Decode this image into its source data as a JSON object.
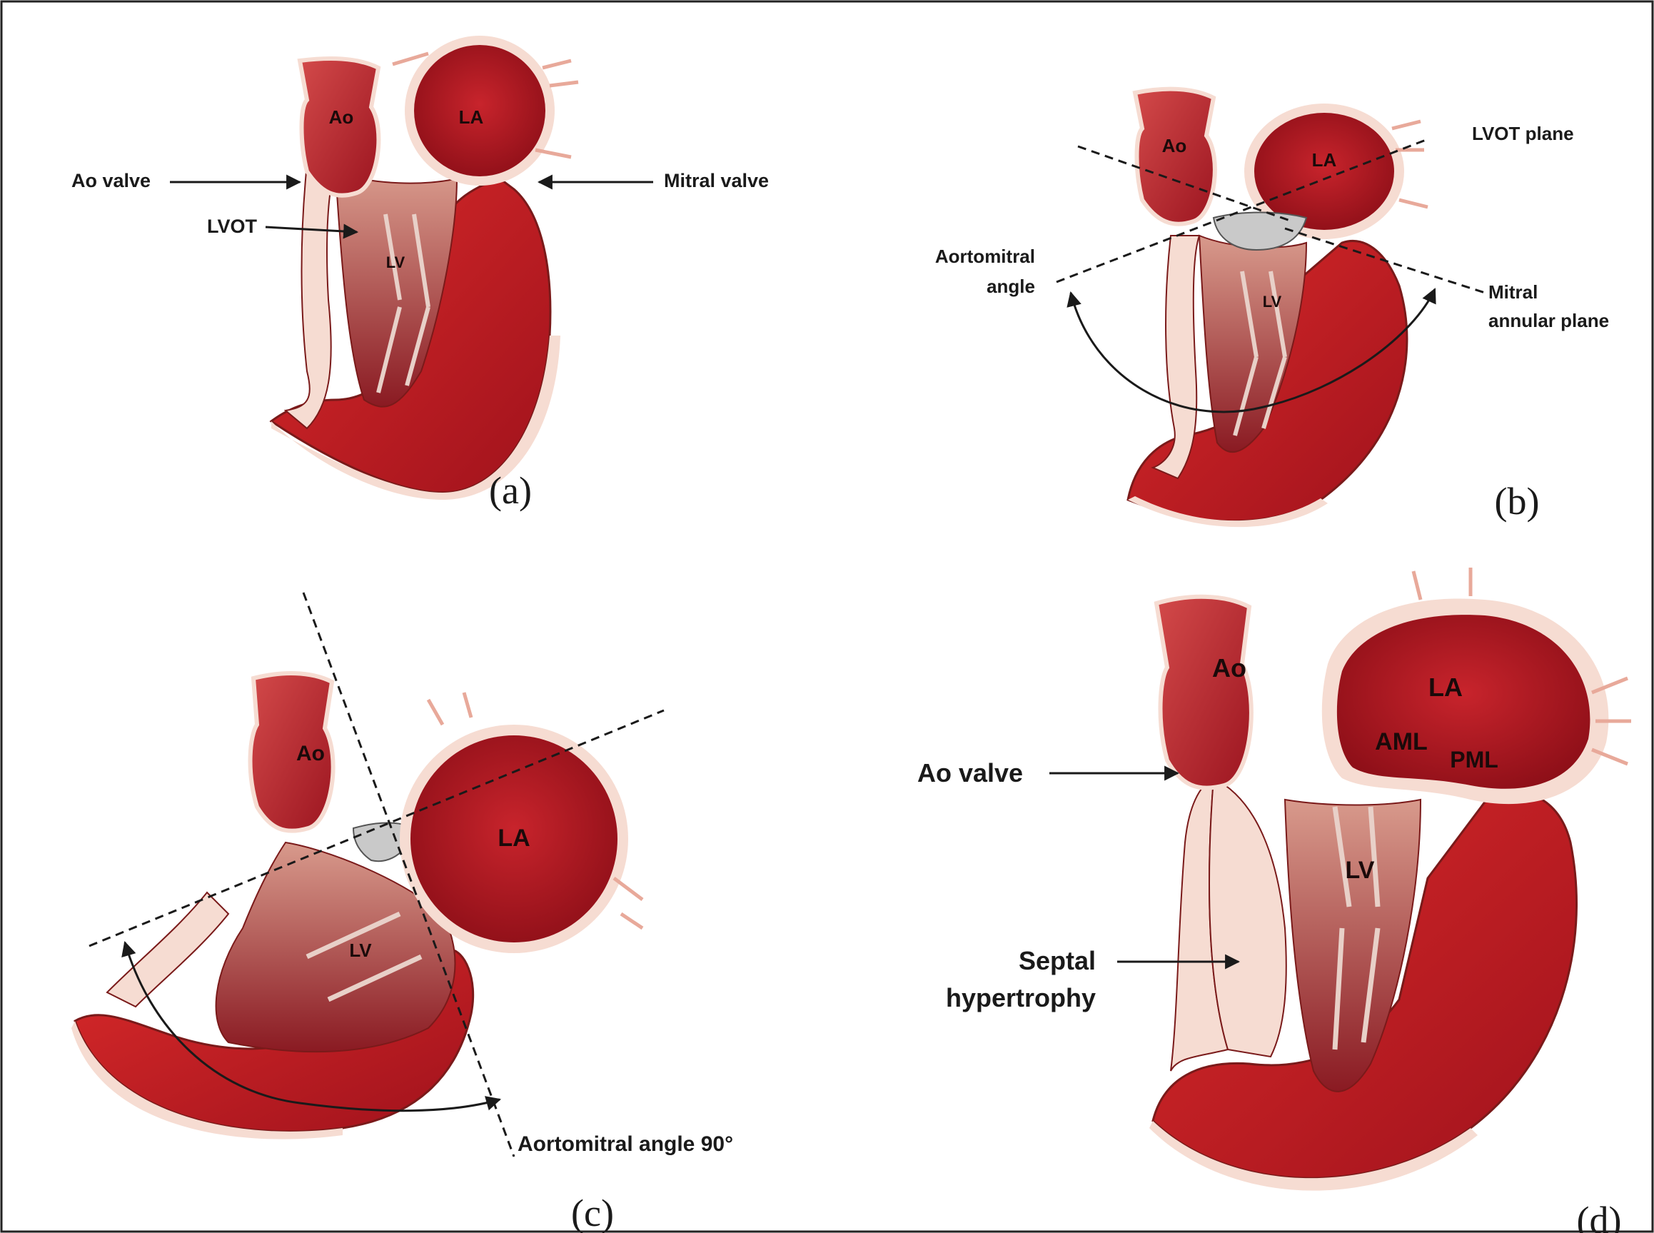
{
  "panels": [
    {
      "caption": "(a)",
      "labels": {
        "ao": "Ao",
        "la": "LA",
        "lv": "LV",
        "ao_valve": "Ao valve",
        "lvot": "LVOT",
        "mitral_valve": "Mitral valve"
      }
    },
    {
      "caption": "(b)",
      "labels": {
        "ao": "Ao",
        "la": "LA",
        "lv": "LV",
        "lvot_plane": "LVOT plane",
        "aortomitral_angle_1": "Aortomitral",
        "aortomitral_angle_2": "angle",
        "mitral_annular_plane_1": "Mitral",
        "mitral_annular_plane_2": "annular plane"
      }
    },
    {
      "caption": "(c)",
      "labels": {
        "ao": "Ao",
        "la": "LA",
        "lv": "LV",
        "aortomitral_angle_90": "Aortomitral angle 90°"
      }
    },
    {
      "caption": "(d)",
      "labels": {
        "ao": "Ao",
        "la": "LA",
        "lv": "LV",
        "aml": "AML",
        "pml": "PML",
        "ao_valve": "Ao valve",
        "septal_1": "Septal",
        "septal_2": "hypertrophy"
      }
    }
  ],
  "colors": {
    "myocardium_dark": "#a8141e",
    "myocardium_mid": "#c8242c",
    "myocardium_light": "#e8a99a",
    "wall_pale": "#f6dcd2",
    "outline": "#7a1a1a",
    "leaflet_grey": "#c9c9c9"
  }
}
